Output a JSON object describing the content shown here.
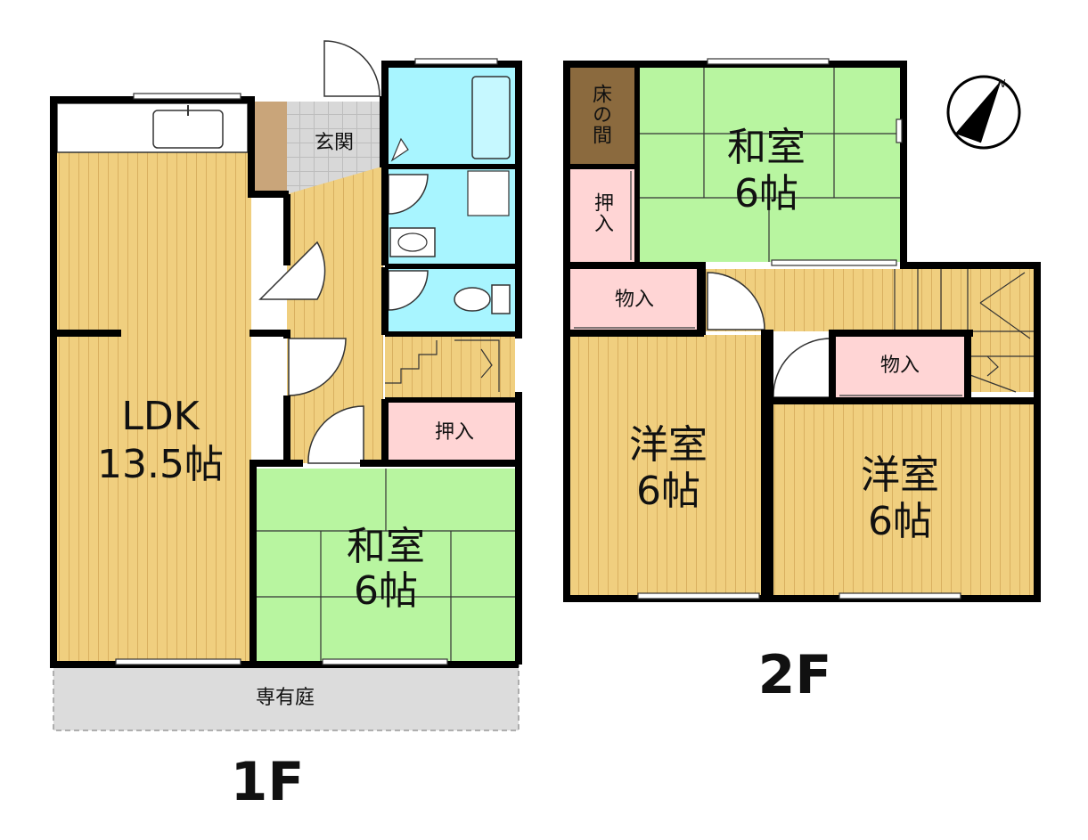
{
  "floors": {
    "first": {
      "label": "1F",
      "rooms": {
        "ldk": {
          "name": "LDK",
          "size": "13.5帖"
        },
        "washitsu": {
          "name": "和室",
          "size": "6帖"
        },
        "genkan": {
          "name": "玄関"
        },
        "oshiire": {
          "name": "押入"
        },
        "garden": {
          "name": "専有庭"
        }
      }
    },
    "second": {
      "label": "2F",
      "rooms": {
        "washitsu": {
          "name": "和室",
          "size": "6帖"
        },
        "tokonoma": {
          "name": "床の間"
        },
        "oshiire": {
          "name": "押入"
        },
        "closet_left": {
          "name": "物入"
        },
        "closet_right": {
          "name": "物入"
        },
        "yoshitsu_left": {
          "name": "洋室",
          "size": "6帖"
        },
        "yoshitsu_right": {
          "name": "洋室",
          "size": "6帖"
        }
      }
    }
  },
  "compass": {
    "north_label": "N"
  },
  "colors": {
    "wood_floor": "#f0cf7f",
    "tatami": "#b8f5a0",
    "storage": "#ffd5d5",
    "wet_area": "#a8f5ff",
    "tokonoma": "#8b6a3e",
    "genkan": "#d8d8d8",
    "garden": "#dcdcdc",
    "wall": "#000000"
  }
}
